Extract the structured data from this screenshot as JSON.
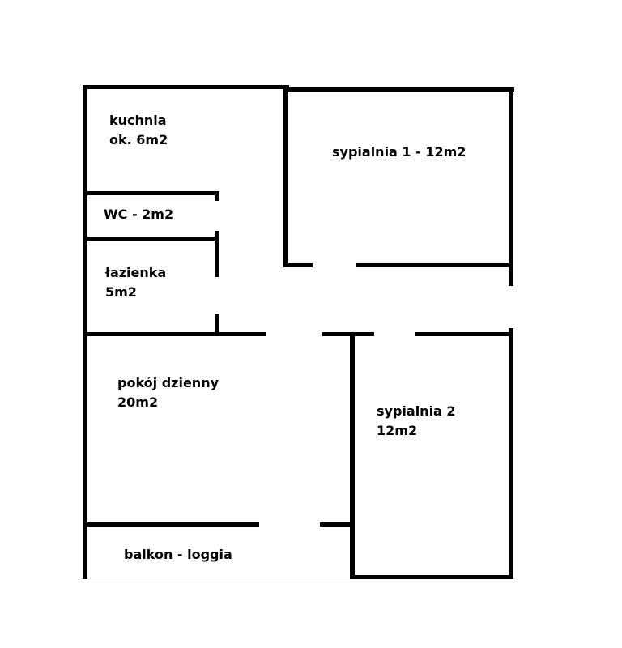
{
  "rooms": {
    "kitchen": {
      "line1": "kuchnia",
      "line2": "ok. 6m2"
    },
    "bedroom1": {
      "line1": "sypialnia 1 - 12m2"
    },
    "wc": {
      "line1": "WC - 2m2"
    },
    "bathroom": {
      "line1": "łazienka",
      "line2": "5m2"
    },
    "living_room": {
      "line1": "pokój dzienny",
      "line2": "20m2"
    },
    "bedroom2": {
      "line1": "sypialnia 2",
      "line2": "12m2"
    },
    "balcony": {
      "line1": "balkon - loggia"
    }
  },
  "colors": {
    "wall": "#000000",
    "background": "#ffffff"
  }
}
